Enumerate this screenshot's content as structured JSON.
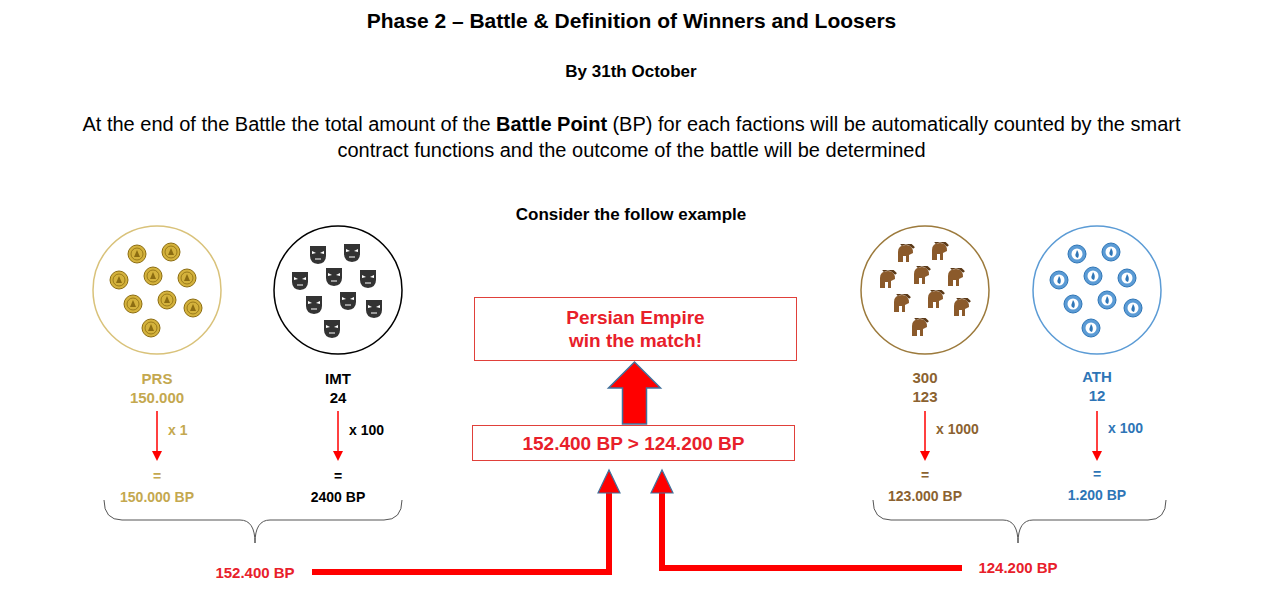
{
  "diagram": {
    "title": "Phase 2 – Battle & Definition of Winners and Loosers",
    "nodes": [
      {
        "text": [
          "Persian Empire win the match!"
        ]
      },
      {
        "text": [
          "152.400 BP > 124.200 BP"
        ]
      }
    ],
    "edges": [
      {
        "from": 1,
        "to": 0,
        "arrow": "to"
      }
    ],
    "labels": [
      "By 31th October",
      "At the end of the Battle the total amount of the",
      "Battle Point",
      "(BP) for each factions will be automatically counted by the smart contract functions and the outcome of the battle will be determined",
      "Consider the follow example",
      "PRS",
      "150.000",
      "x 1",
      "=",
      "150.000 BP",
      "IMT",
      "24",
      "x 100",
      "=",
      "2400 BP",
      "300",
      "123",
      "x 1000",
      "=",
      "123.000 BP",
      "ATH",
      "12",
      "x 100",
      "=",
      "1.200 BP",
      "152.400 BP",
      "124.200 BP"
    ]
  }
}
